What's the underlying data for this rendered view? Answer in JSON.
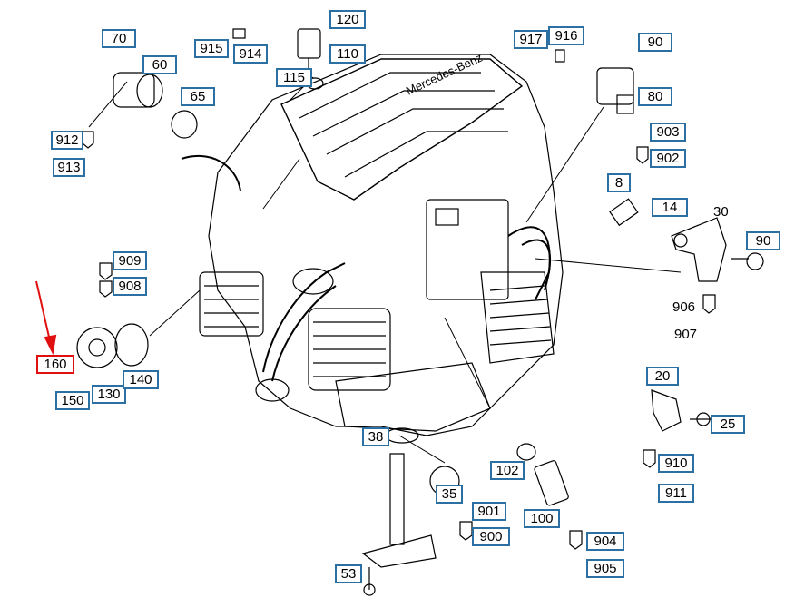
{
  "diagram": {
    "callouts": {
      "c70": "70",
      "c60": "60",
      "c65": "65",
      "c912": "912",
      "c913": "913",
      "c915": "915",
      "c914": "914",
      "c120": "120",
      "c110": "110",
      "c115": "115",
      "c917": "917",
      "c916": "916",
      "c90a": "90",
      "c80": "80",
      "c903": "903",
      "c902": "902",
      "c8": "8",
      "c14": "14",
      "c30": "30",
      "c90b": "90",
      "c906": "906",
      "c907": "907",
      "c909": "909",
      "c908": "908",
      "c160": "160",
      "c150": "150",
      "c130": "130",
      "c140": "140",
      "c20": "20",
      "c25": "25",
      "c910": "910",
      "c911": "911",
      "c38": "38",
      "c102": "102",
      "c35": "35",
      "c901": "901",
      "c900": "900",
      "c100": "100",
      "c904": "904",
      "c905": "905",
      "c53": "53"
    },
    "engine_text": "Mercedes-Benz",
    "colors": {
      "callout_border": "#2c6fa3",
      "highlight": "#e01010",
      "line": "#000000"
    }
  }
}
